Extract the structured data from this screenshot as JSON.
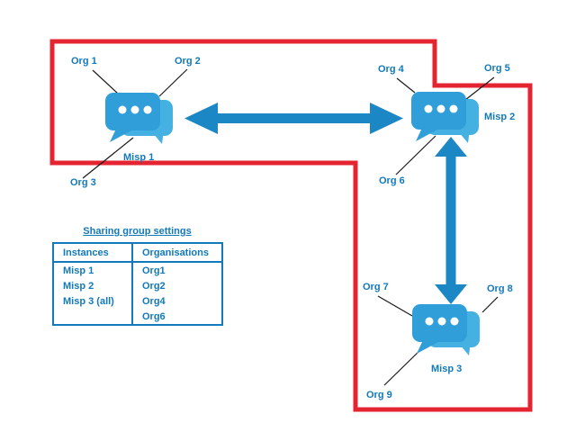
{
  "colors": {
    "boundary_red": "#e42430",
    "label_blue": "#1279ba",
    "arrow_blue": "#1b87c5",
    "icon_blue_front": "#2f9ed9",
    "icon_blue_back": "#45b0e2"
  },
  "diagram": {
    "orgs": [
      "Org 1",
      "Org 2",
      "Org 3",
      "Org 4",
      "Org 5",
      "Org 6",
      "Org 7",
      "Org 8",
      "Org 9"
    ],
    "instances": [
      "Misp 1",
      "Misp 2",
      "Misp 3"
    ]
  },
  "table": {
    "title": "Sharing group settings",
    "headers": [
      "Instances",
      "Organisations"
    ],
    "rows": [
      [
        "Misp 1",
        "Org1"
      ],
      [
        "Misp 2",
        "Org2"
      ],
      [
        "Misp 3 (all)",
        "Org4"
      ],
      [
        "",
        "Org6"
      ]
    ]
  }
}
